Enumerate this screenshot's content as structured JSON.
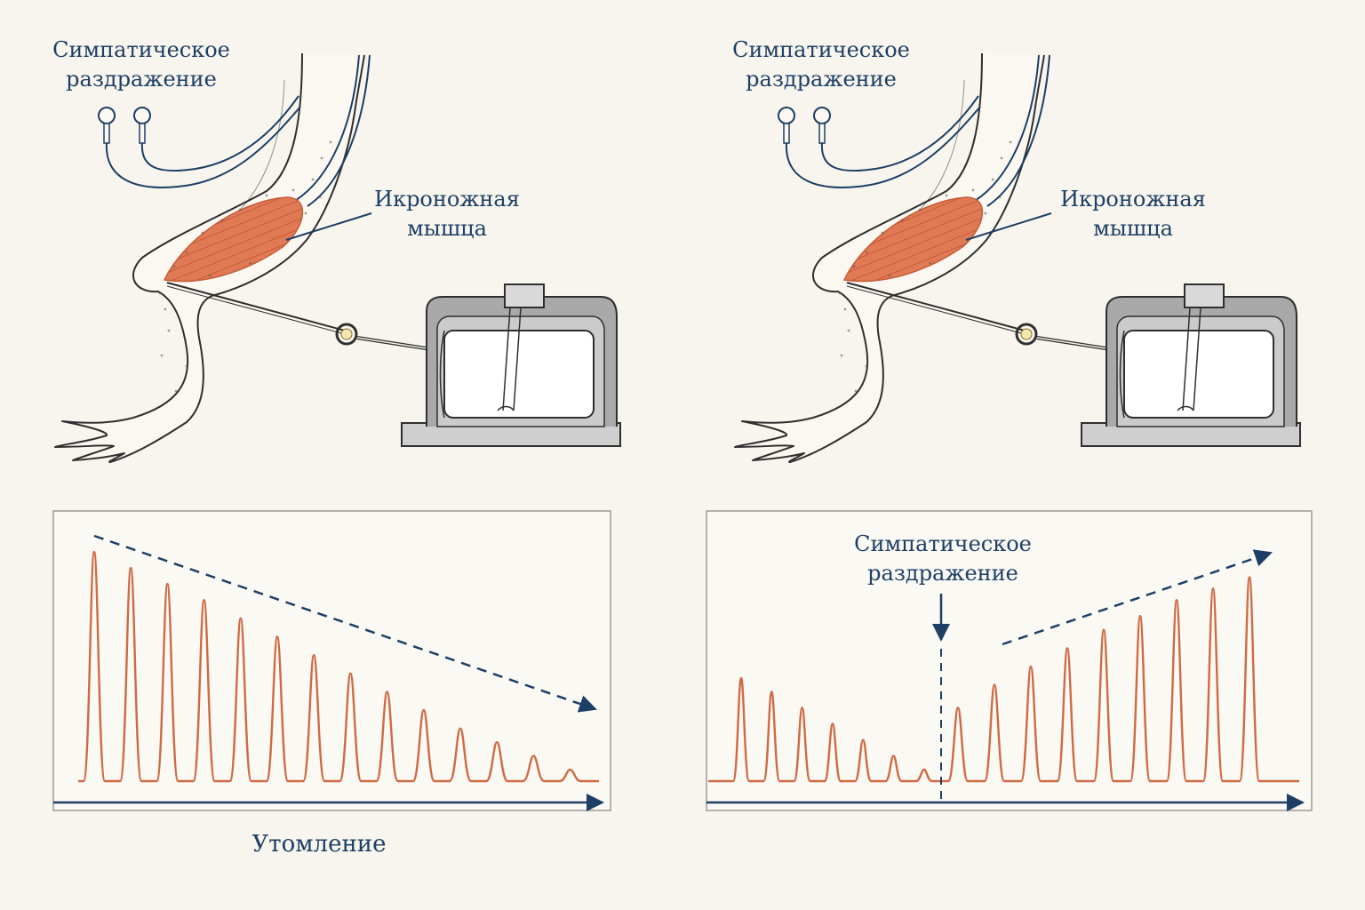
{
  "colors": {
    "background": "#f8f5ee",
    "ink": "#1d3f66",
    "muscle": "#e07a55",
    "trace": "#cf6a43",
    "device_gray": "#a9a9a9",
    "outline": "#2f2f2f"
  },
  "left_panel": {
    "stimulus_label_line1": "Симпатическое",
    "stimulus_label_line2": "раздражение",
    "muscle_label_line1": "Икроножная",
    "muscle_label_line2": "мышца",
    "axis_caption": "Утомление"
  },
  "right_panel": {
    "stimulus_label_line1": "Симпатическое",
    "stimulus_label_line2": "раздражение",
    "muscle_label_line1": "Икроножная",
    "muscle_label_line2": "мышца",
    "marker_label_line1": "Симпатическое",
    "marker_label_line2": "раздражение"
  },
  "chart_data": [
    {
      "type": "line",
      "series": [
        {
          "values": [
            1.0,
            0.93,
            0.86,
            0.79,
            0.71,
            0.63,
            0.55,
            0.47,
            0.39,
            0.31,
            0.23,
            0.17,
            0.11,
            0.05
          ]
        }
      ],
      "trend": "decreasing",
      "ylim": [
        0,
        1.1
      ],
      "grid": false
    },
    {
      "type": "line",
      "series": [
        {
          "values": [
            0.45,
            0.39,
            0.32,
            0.25,
            0.18,
            0.11,
            0.05,
            0.32,
            0.42,
            0.5,
            0.58,
            0.66,
            0.72,
            0.79,
            0.84,
            0.89
          ]
        }
      ],
      "stimulus_after_index": 6,
      "trend": "increasing after stimulus",
      "ylim": [
        0,
        1.1
      ],
      "grid": false
    }
  ]
}
